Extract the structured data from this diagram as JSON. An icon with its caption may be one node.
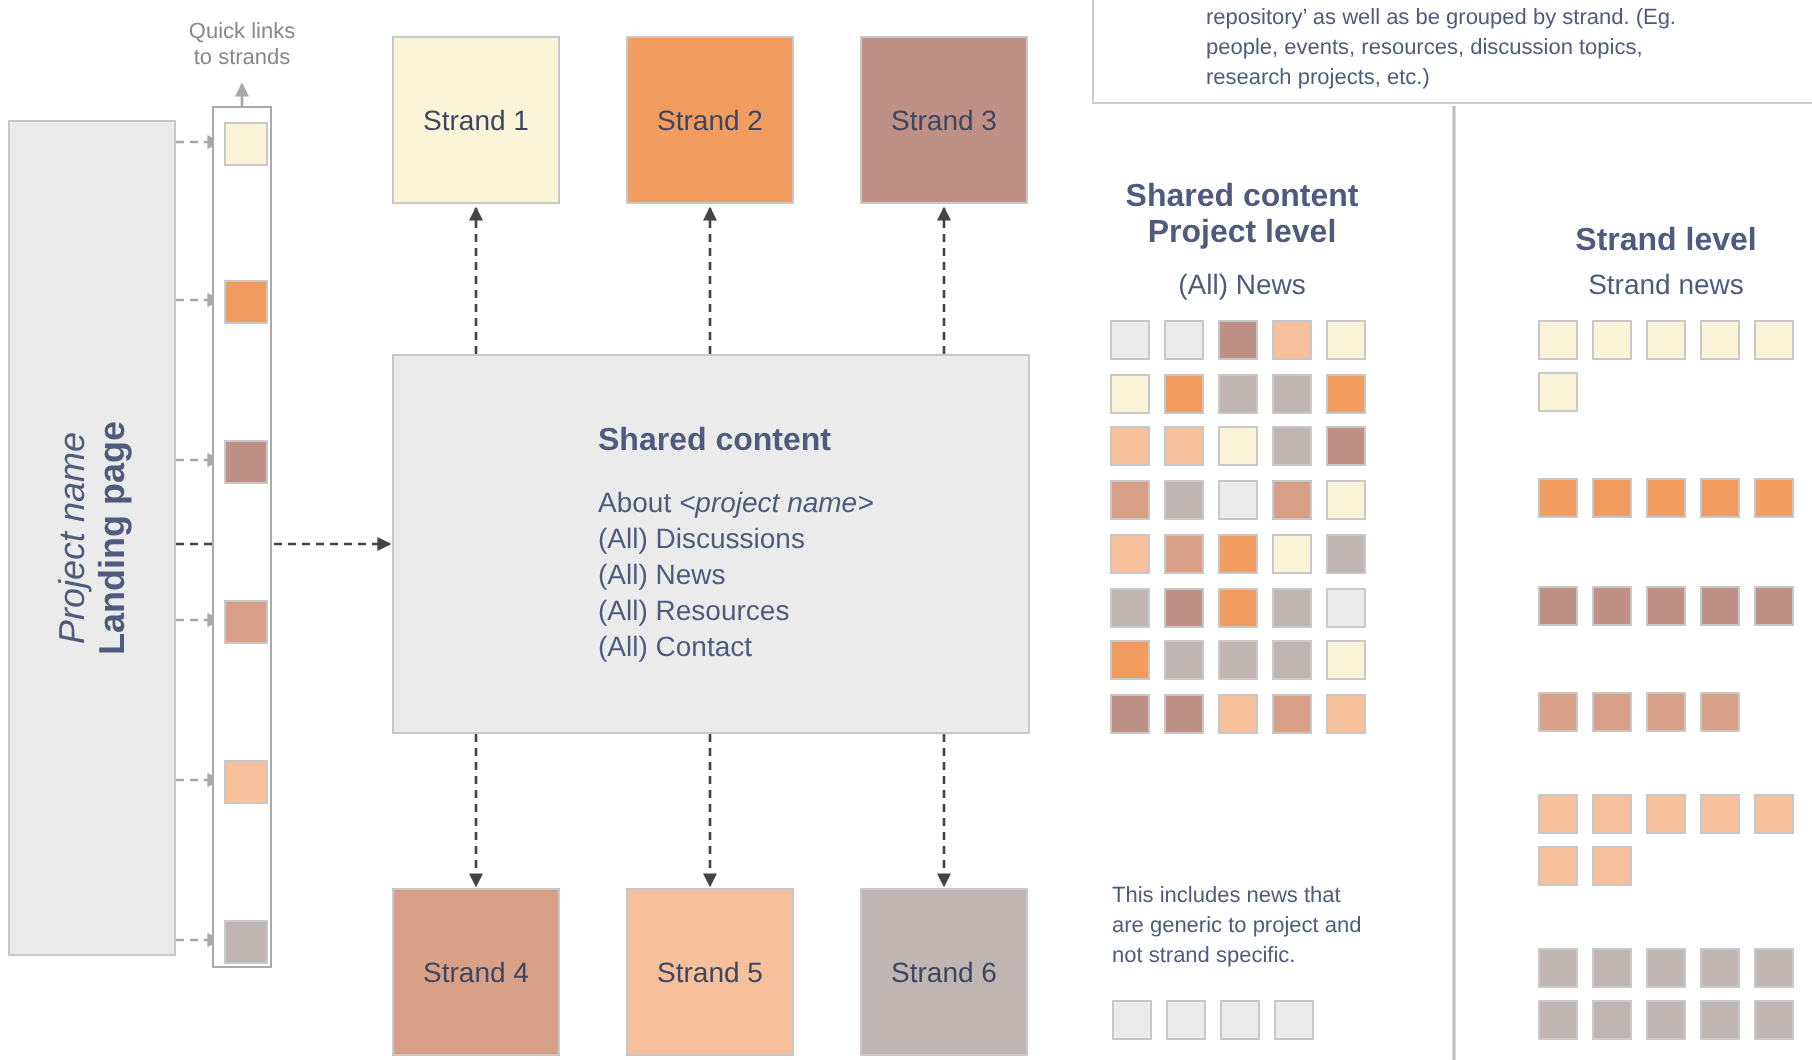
{
  "diagram": {
    "nodes": [
      {
        "text": [
          "Quick links to strands"
        ]
      },
      {
        "text": [
          "Project name",
          "Landing page"
        ]
      },
      {
        "text": [],
        "shape": "bar"
      },
      {
        "text": [],
        "shape": "box",
        "in": 2
      },
      {
        "text": [],
        "shape": "box",
        "in": 2
      },
      {
        "text": [],
        "shape": "box",
        "in": 2
      },
      {
        "text": [],
        "shape": "box",
        "in": 2
      },
      {
        "text": [],
        "shape": "box",
        "in": 2
      },
      {
        "text": [],
        "shape": "box",
        "in": 2
      },
      {
        "text": [
          "Strand 1"
        ]
      },
      {
        "text": [
          "Strand 2"
        ]
      },
      {
        "text": [
          "Strand 3"
        ]
      },
      {
        "text": [
          "repository’ as well as be grouped by strand. (Eg. people, events, resources, discussion topics, research projects, etc.)"
        ]
      },
      {
        "text": [
          "Shared content",
          "About *<project name>*",
          "(All) Discussions",
          "(All) News",
          "(All) Resources",
          "(All) Contact"
        ]
      },
      {
        "text": [
          "Strand 4"
        ]
      },
      {
        "text": [
          "Strand 5"
        ]
      },
      {
        "text": [
          "Strand 6"
        ]
      },
      {
        "text": [],
        "shape": "box"
      },
      {
        "text": [],
        "shape": "box"
      },
      {
        "text": [],
        "shape": "box"
      },
      {
        "text": [],
        "shape": "box"
      },
      {
        "text": [],
        "shape": "box"
      },
      {
        "text": [],
        "shape": "box"
      },
      {
        "text": [],
        "shape": "box"
      },
      {
        "text": [],
        "shape": "box"
      },
      {
        "text": [],
        "shape": "box"
      },
      {
        "text": [],
        "shape": "box"
      },
      {
        "text": [],
        "shape": "box"
      },
      {
        "text": [],
        "shape": "box"
      },
      {
        "text": [],
        "shape": "box"
      },
      {
        "text": [],
        "shape": "box"
      },
      {
        "text": [],
        "shape": "box"
      },
      {
        "text": [],
        "shape": "box"
      },
      {
        "text": [],
        "shape": "box"
      },
      {
        "text": [],
        "shape": "box"
      },
      {
        "text": [],
        "shape": "box"
      },
      {
        "text": [],
        "shape": "box"
      },
      {
        "text": [],
        "shape": "box"
      },
      {
        "text": [],
        "shape": "box"
      },
      {
        "text": [],
        "shape": "box"
      },
      {
        "text": [],
        "shape": "box"
      },
      {
        "text": [],
        "shape": "box"
      },
      {
        "text": [],
        "shape": "box"
      },
      {
        "text": [],
        "shape": "box"
      },
      {
        "text": [],
        "shape": "box"
      },
      {
        "text": [],
        "shape": "box"
      },
      {
        "text": [],
        "shape": "box"
      },
      {
        "text": [],
        "shape": "box"
      },
      {
        "text": [],
        "shape": "box"
      },
      {
        "text": [],
        "shape": "box"
      },
      {
        "text": [],
        "shape": "box"
      },
      {
        "text": [],
        "shape": "box"
      },
      {
        "text": [],
        "shape": "box"
      },
      {
        "text": [],
        "shape": "box"
      },
      {
        "text": [],
        "shape": "box"
      },
      {
        "text": [],
        "shape": "box"
      },
      {
        "text": [],
        "shape": "box"
      },
      {
        "text": [],
        "shape": "box"
      },
      {
        "text": [],
        "shape": "box"
      },
      {
        "text": [],
        "shape": "box"
      },
      {
        "text": [],
        "shape": "box"
      },
      {
        "text": [],
        "shape": "box"
      },
      {
        "text": [],
        "shape": "box"
      },
      {
        "text": [],
        "shape": "box"
      },
      {
        "text": [],
        "shape": "box"
      },
      {
        "text": [],
        "shape": "box"
      },
      {
        "text": [],
        "shape": "box"
      },
      {
        "text": [],
        "shape": "box"
      },
      {
        "text": [],
        "shape": "box"
      },
      {
        "text": [],
        "shape": "box"
      },
      {
        "text": [],
        "shape": "box"
      },
      {
        "text": [],
        "shape": "box"
      },
      {
        "text": [],
        "shape": "box"
      },
      {
        "text": [],
        "shape": "box"
      },
      {
        "text": [],
        "shape": "box"
      },
      {
        "text": [],
        "shape": "box"
      },
      {
        "text": [],
        "shape": "box"
      },
      {
        "text": [],
        "shape": "box"
      },
      {
        "text": [],
        "shape": "box"
      },
      {
        "text": [],
        "shape": "box"
      },
      {
        "text": [],
        "shape": "box"
      },
      {
        "text": [],
        "shape": "box"
      },
      {
        "text": [],
        "shape": "box"
      },
      {
        "text": [],
        "shape": "box"
      },
      {
        "text": [],
        "shape": "box"
      },
      {
        "text": [],
        "shape": "box"
      },
      {
        "text": [],
        "shape": "box"
      },
      {
        "text": [],
        "shape": "box"
      },
      {
        "text": [],
        "shape": "box"
      },
      {
        "text": [],
        "shape": "box"
      },
      {
        "text": [],
        "shape": "box"
      },
      {
        "text": [],
        "shape": "box"
      },
      {
        "text": [],
        "shape": "box"
      },
      {
        "text": [],
        "shape": "box"
      },
      {
        "text": [],
        "shape": "box"
      },
      {
        "text": [],
        "shape": "box"
      },
      {
        "text": [],
        "shape": "box"
      },
      {
        "text": [],
        "shape": "box"
      }
    ],
    "edges": [
      {
        "from": 2,
        "to": 0,
        "arrow": "to"
      },
      {
        "from": 1,
        "to": 3,
        "arrow": "to",
        "style": "dashed"
      },
      {
        "from": 1,
        "to": 4,
        "arrow": "to",
        "style": "dashed"
      },
      {
        "from": 1,
        "to": 5,
        "arrow": "to",
        "style": "dashed"
      },
      {
        "from": 1,
        "to": 6,
        "arrow": "to",
        "style": "dashed"
      },
      {
        "from": 1,
        "to": 7,
        "arrow": "to",
        "style": "dashed"
      },
      {
        "from": 1,
        "to": 8,
        "arrow": "to",
        "style": "dashed"
      },
      {
        "from": 1,
        "to": 13,
        "arrow": "to",
        "style": "dashed",
        "color": "#444444"
      },
      {
        "from": 13,
        "to": 9,
        "arrow": "to",
        "style": "dashed",
        "color": "#444444"
      },
      {
        "from": 13,
        "to": 10,
        "arrow": "to",
        "style": "dashed",
        "color": "#444444"
      },
      {
        "from": 13,
        "to": 11,
        "arrow": "to",
        "style": "dashed",
        "color": "#444444"
      },
      {
        "from": 13,
        "to": 14,
        "arrow": "to",
        "style": "dashed",
        "color": "#444444"
      },
      {
        "from": 13,
        "to": 15,
        "arrow": "to",
        "style": "dashed",
        "color": "#444444"
      },
      {
        "from": 13,
        "to": 16,
        "arrow": "to",
        "style": "dashed",
        "color": "#444444"
      }
    ],
    "labels": [
      "Shared content Project level",
      "(All) News",
      "Strand level",
      "Strand news",
      "This includes news that are generic to project and not strand specific."
    ]
  }
}
